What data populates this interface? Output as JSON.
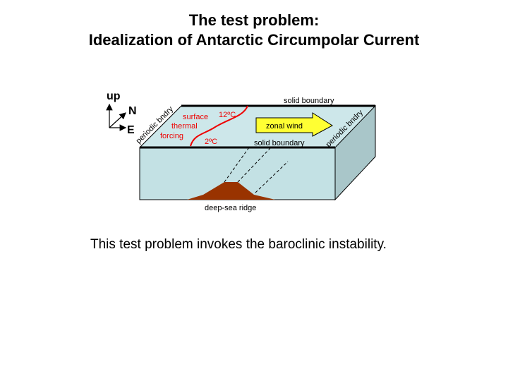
{
  "title_line1": "The test problem:",
  "title_line2": "Idealization of Antarctic Circumpolar Current",
  "diagram": {
    "axis_up": "up",
    "axis_north": "N",
    "axis_east": "E",
    "periodic_left": "periodic bndry",
    "periodic_right": "periodic bndry",
    "solid_top": "solid boundary",
    "solid_front": "solid boundary",
    "forcing_1": "surface",
    "forcing_2": "thermal",
    "forcing_3": "forcing",
    "temp_warm": "12ºC",
    "temp_cold": "2ºC",
    "wind": "zonal wind",
    "ridge": "deep-sea ridge"
  },
  "body_text": "This test problem invokes the baroclinic instability."
}
